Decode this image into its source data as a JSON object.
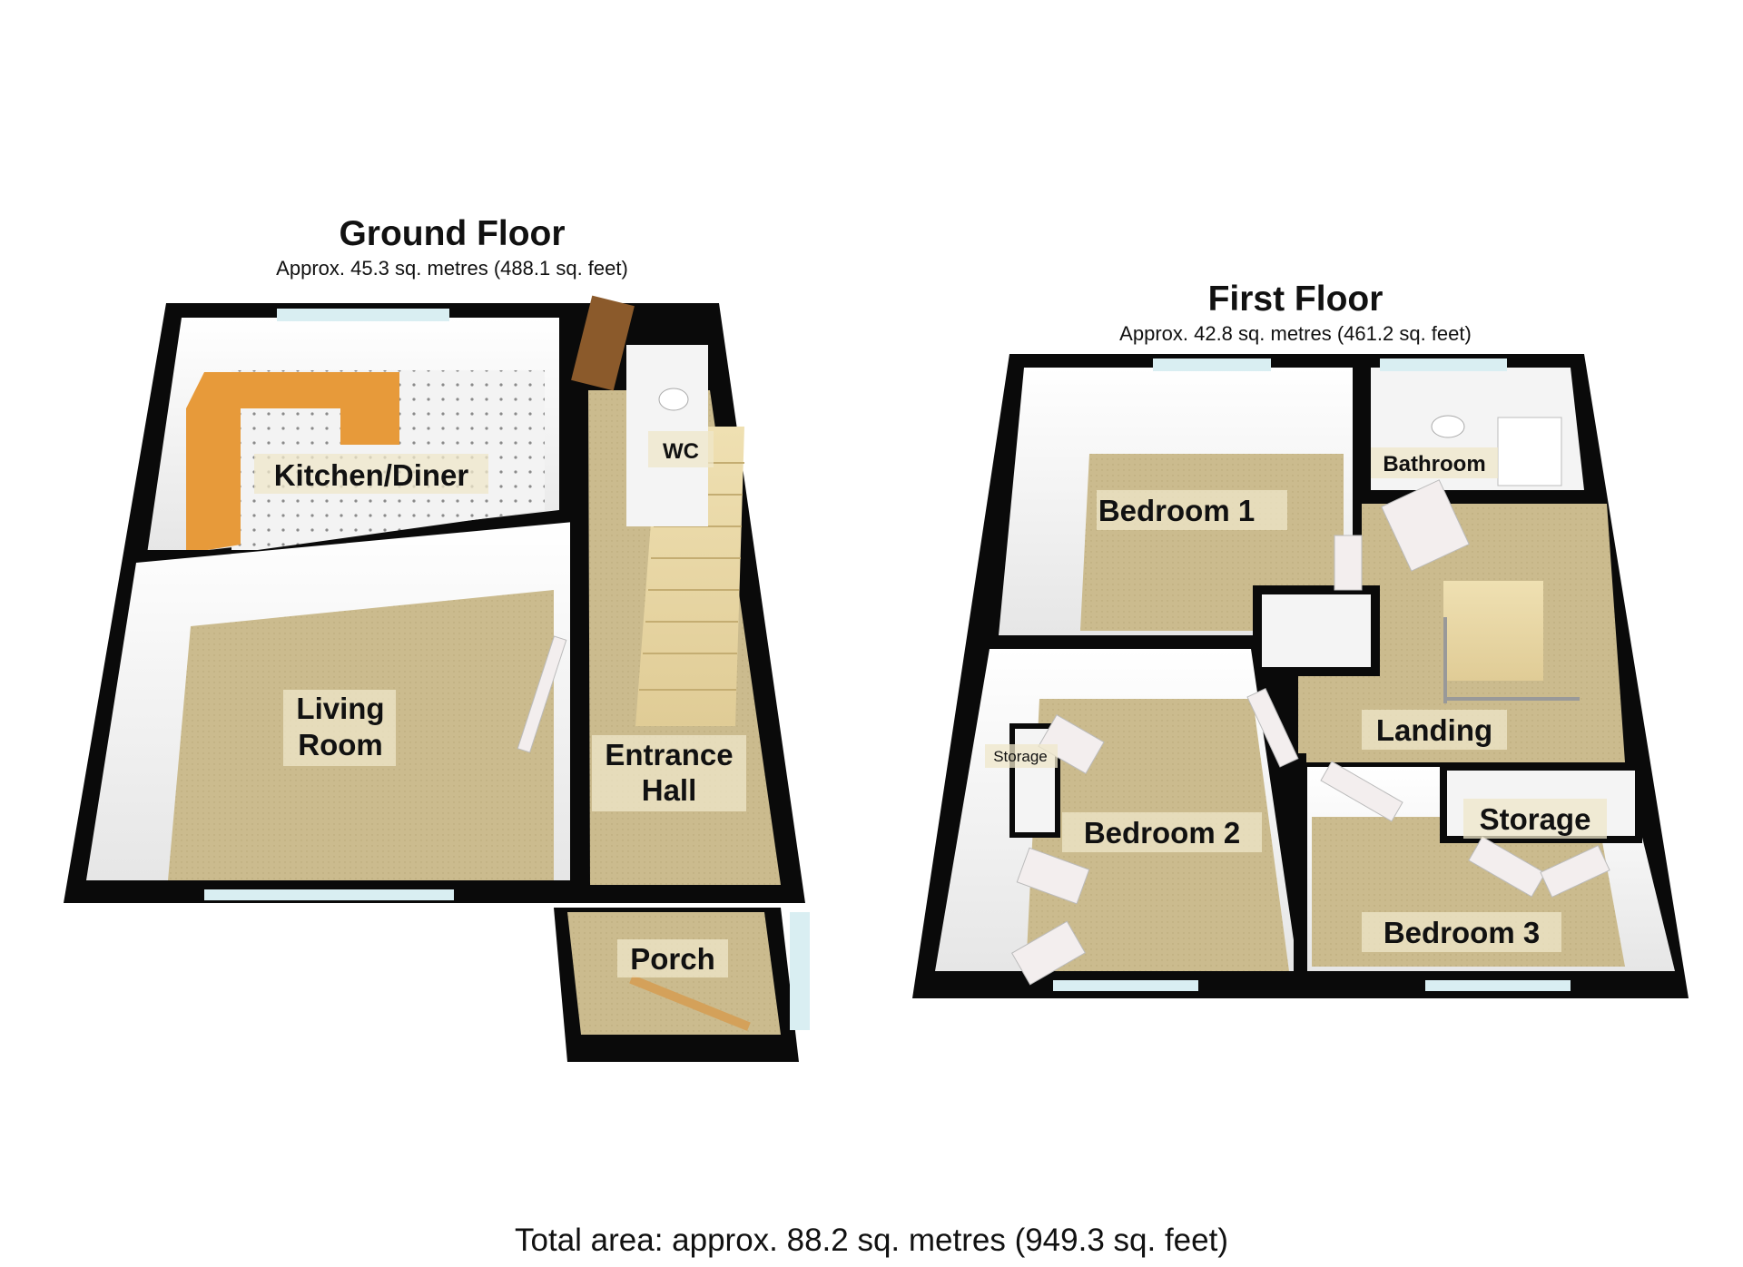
{
  "ground_floor": {
    "title": "Ground Floor",
    "area": "Approx. 45.3 sq. metres (488.1 sq. feet)",
    "rooms": {
      "kitchen": "Kitchen/Diner",
      "wc": "WC",
      "living_1": "Living",
      "living_2": "Room",
      "hall_1": "Entrance",
      "hall_2": "Hall",
      "porch": "Porch"
    }
  },
  "first_floor": {
    "title": "First Floor",
    "area": "Approx. 42.8 sq. metres (461.2 sq. feet)",
    "rooms": {
      "bedroom1": "Bedroom 1",
      "bathroom": "Bathroom",
      "bedroom2": "Bedroom 2",
      "storage_small": "Storage",
      "landing": "Landing",
      "storage": "Storage",
      "bedroom3": "Bedroom 3"
    }
  },
  "total_area": "Total area: approx. 88.2 sq. metres (949.3 sq. feet)",
  "colors": {
    "wall": "#0a0a0a",
    "carpet": "#c9b98c",
    "wall_face": "#f4f4f4",
    "worktop": "#e79a3a",
    "door": "#f3eeee",
    "front_door": "#8b5a2b",
    "tile_floor": "#f1f1f1",
    "window": "#d9eef2"
  }
}
